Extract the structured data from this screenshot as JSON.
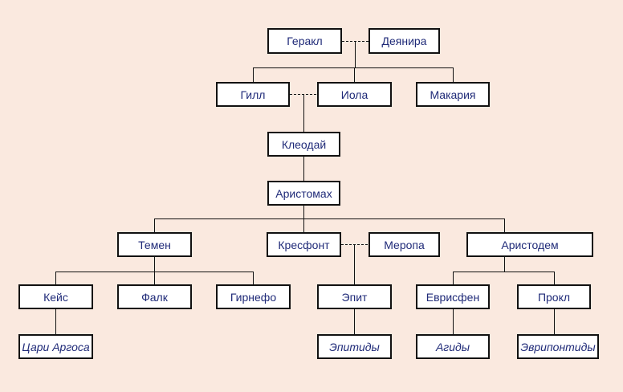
{
  "colors": {
    "background": "#fae9df",
    "box_fill": "#ffffff",
    "box_border": "#111111",
    "text": "#1f2a78",
    "line": "#111111"
  },
  "nodes": {
    "herakl": "Геракл",
    "deyanira": "Деянира",
    "gill": "Гилл",
    "iola": "Иола",
    "makaria": "Макария",
    "kleodai": "Клеодай",
    "aristomakh": "Аристомах",
    "temen": "Темен",
    "kresfont": "Кресфонт",
    "meropa": "Меропа",
    "aristodem": "Аристодем",
    "keis": "Кейс",
    "falk": "Фалк",
    "girnefo": "Гирнефо",
    "epit": "Эпит",
    "evrisfen": "Еврисфен",
    "prokl": "Прокл",
    "tsari_argosa": "Цари Аргоса",
    "epitidy": "Эпитиды",
    "agidy": "Агиды",
    "evripontidy": "Эврипонтиды"
  }
}
